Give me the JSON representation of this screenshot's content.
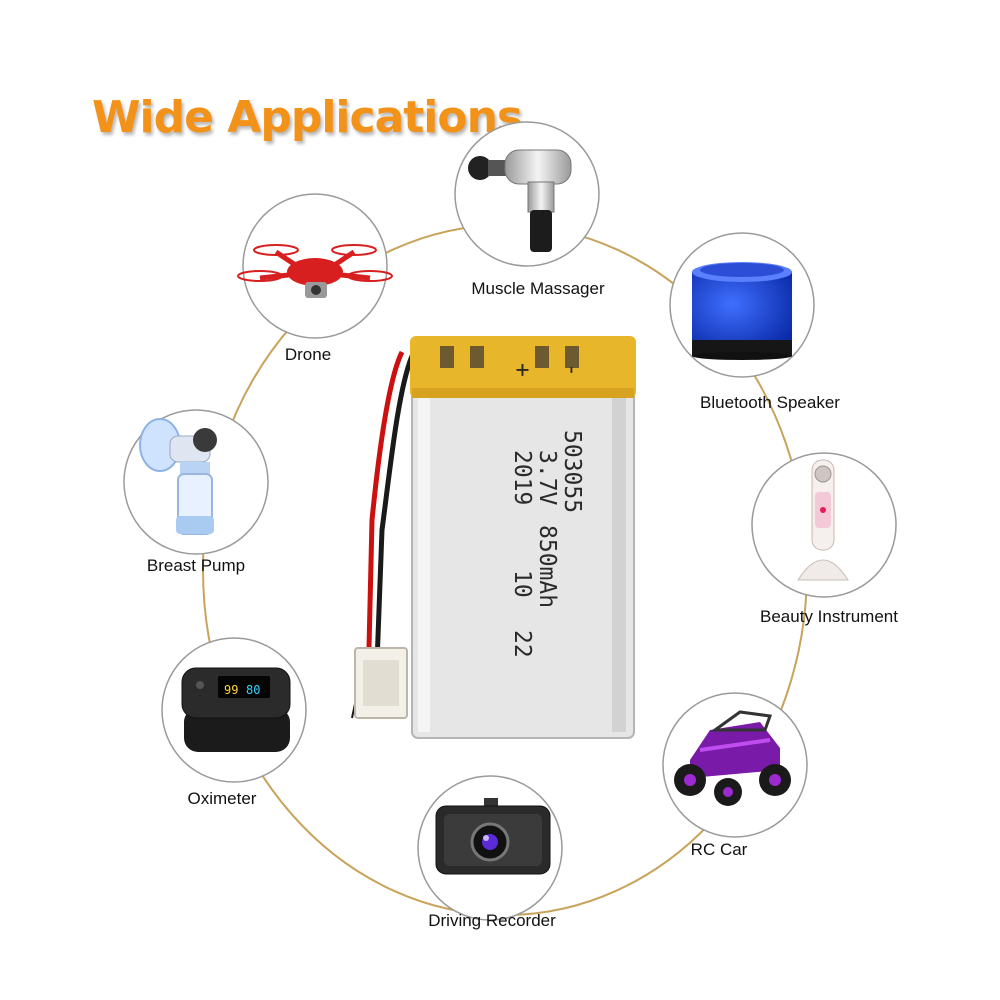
{
  "heading": "Wide Applications",
  "colors": {
    "heading": "#f39219",
    "ring": "#c9a35b",
    "circle_border": "#9a9a9a",
    "battery_wrap": "#e8b62a",
    "battery_body": "#e6e6e6"
  },
  "battery": {
    "line1": "503055",
    "line2": "850mAh",
    "line3": "22",
    "line4": "-",
    "line5": "3.7V",
    "line6": "+",
    "line7": "2019",
    "line8": "10"
  },
  "applications": [
    {
      "label": "Muscle Massager",
      "icon": "massage-gun-icon"
    },
    {
      "label": "Drone",
      "icon": "drone-icon"
    },
    {
      "label": "Bluetooth Speaker",
      "icon": "speaker-icon"
    },
    {
      "label": "Breast Pump",
      "icon": "breast-pump-icon"
    },
    {
      "label": "Beauty Instrument",
      "icon": "beauty-device-icon"
    },
    {
      "label": "Oximeter",
      "icon": "oximeter-icon"
    },
    {
      "label": "RC Car",
      "icon": "rc-car-icon"
    },
    {
      "label": "Driving Recorder",
      "icon": "dashcam-icon"
    }
  ],
  "oximeter_reading": "99",
  "oximeter_pulse": "80"
}
